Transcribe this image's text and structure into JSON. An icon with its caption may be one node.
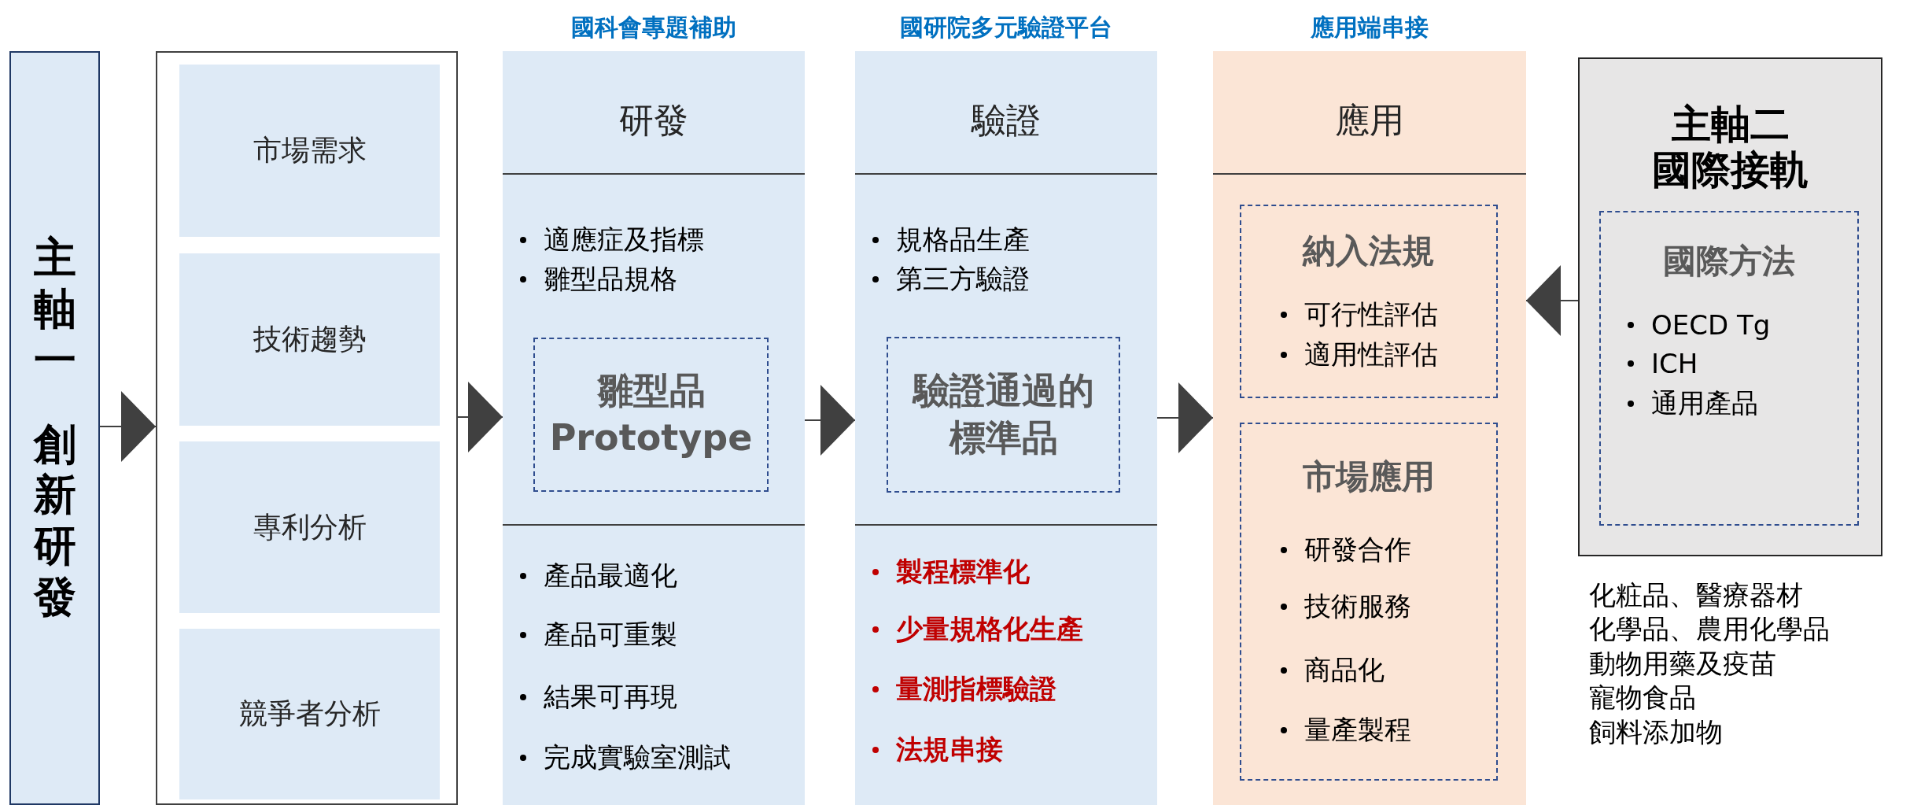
{
  "diagram": {
    "nodes": [
      {
        "text": [
          "主軸一",
          "創新研發"
        ]
      },
      {
        "text": [],
        "shape": "box"
      },
      {
        "text": [
          "市場需求"
        ],
        "in": 1
      },
      {
        "text": [
          "技術趨勢"
        ],
        "in": 1
      },
      {
        "text": [
          "專利分析"
        ],
        "in": 1
      },
      {
        "text": [
          "競爭者分析"
        ],
        "in": 1
      },
      {
        "text": [
          "研發",
          "適應症及指標",
          "雛型品規格",
          "產品最適化",
          "產品可重製",
          "結果可再現",
          "完成實驗室測試"
        ],
        "beside": [
          "國科會專題補助"
        ]
      },
      {
        "text": [
          "雛型品 Prototype"
        ],
        "in": 6
      },
      {
        "text": [
          "驗證",
          "規格品生產",
          "第三方驗證",
          "製程標準化",
          "少量規格化生產",
          "量測指標驗證",
          "法規串接"
        ],
        "beside": [
          "國研院多元驗證平台"
        ]
      },
      {
        "text": [
          "驗證通過的標準品"
        ],
        "in": 8
      },
      {
        "text": [
          "應用"
        ],
        "beside": [
          "應用端串接"
        ]
      },
      {
        "text": [
          "納入法規",
          "可行性評估",
          "適用性評估"
        ],
        "in": 10
      },
      {
        "text": [
          "市場應用",
          "研發合作",
          "技術服務",
          "商品化",
          "量產製程"
        ],
        "in": 10
      },
      {
        "text": [
          "主軸二",
          "國際接軌"
        ]
      },
      {
        "text": [
          "國際方法",
          "OECD Tg",
          "ICH",
          "通用產品"
        ],
        "in": 13
      }
    ],
    "edges": [
      {
        "from": 0,
        "to": 1,
        "arrow": "to"
      },
      {
        "from": 1,
        "to": 6,
        "arrow": "to"
      },
      {
        "from": 6,
        "to": 8,
        "arrow": "to"
      },
      {
        "from": 8,
        "to": 10,
        "arrow": "to"
      },
      {
        "from": 13,
        "to": 10,
        "arrow": "to"
      }
    ],
    "labels": [
      "化粧品、醫療器材",
      "化學品、農用化學品",
      "動物用藥及疫苗",
      "寵物食品",
      "飼料添加物"
    ]
  }
}
